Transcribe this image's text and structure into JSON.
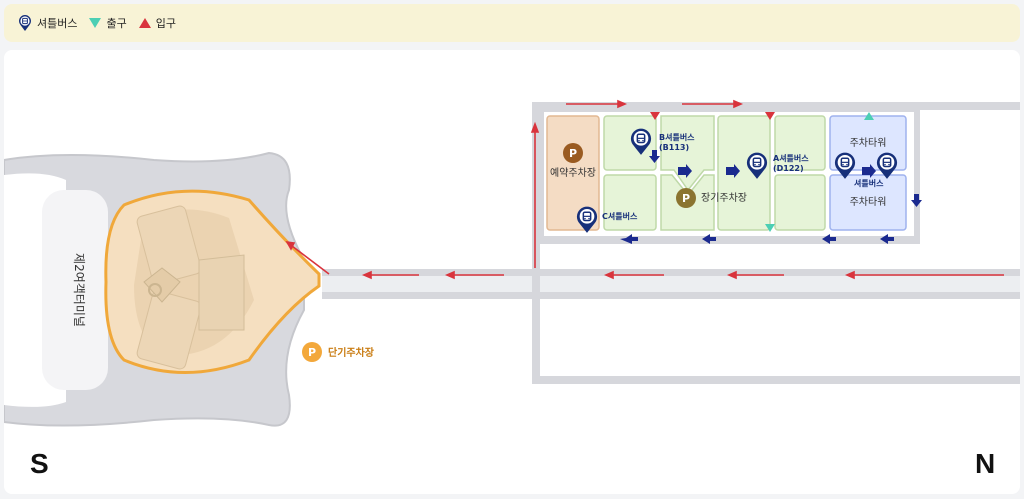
{
  "legend": {
    "shuttle_label": "셔틀버스",
    "exit_label": "출구",
    "entrance_label": "입구"
  },
  "map": {
    "terminal_label": "제2여객터미널",
    "short_term_parking": "단기주차장",
    "reserved_parking": "예약주차장",
    "long_term_parking": "장기주차장",
    "parking_tower_top": "주차타워",
    "parking_tower_bottom": "주차타워",
    "parking_symbol": "P",
    "shuttle_b": "B셔틀버스",
    "shuttle_b_code": "(B113)",
    "shuttle_a": "A셔틀버스",
    "shuttle_a_code": "(D122)",
    "shuttle_c": "C셔틀버스",
    "shuttle_tower": "셔틀버스",
    "south": "S",
    "north": "N"
  },
  "colors": {
    "road": "#d6d7dc",
    "short_term": "#f3a83b",
    "reserved": "#f4dcc4",
    "long_term": "#e6f4d8",
    "tower": "#dde6ff",
    "arrow_red": "#d9343d",
    "arrow_blue": "#1b2a8f",
    "exit_teal": "#4ccfb4",
    "pin_navy": "#17307a"
  }
}
